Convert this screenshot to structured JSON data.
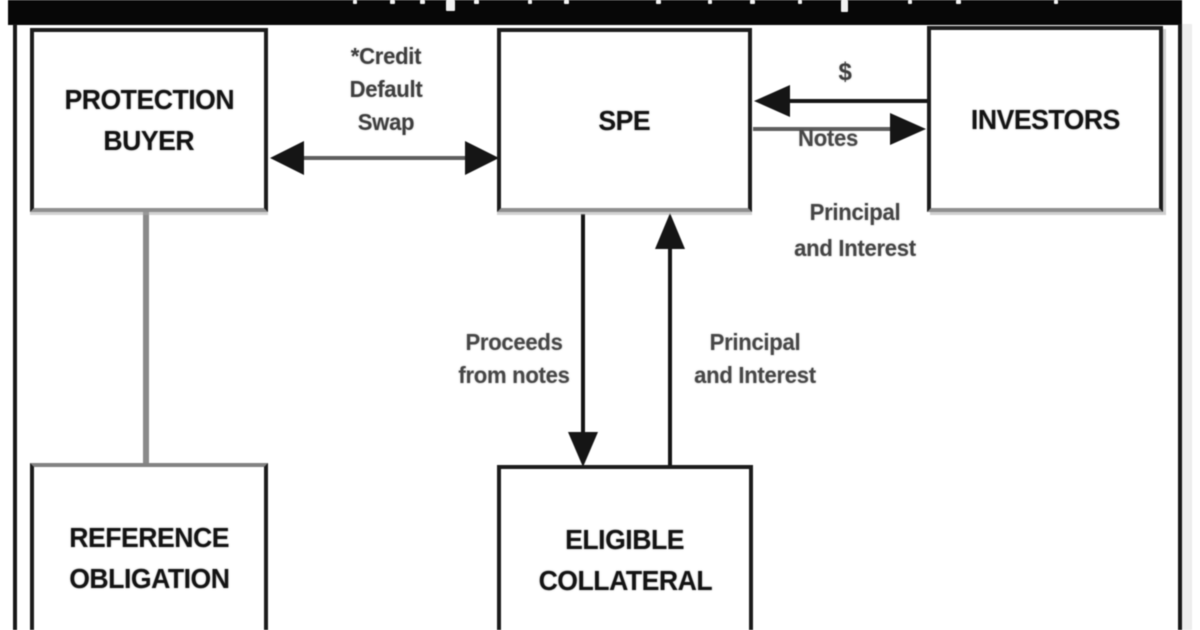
{
  "nodes": {
    "protection_buyer": {
      "lines": [
        "PROTECTION",
        "BUYER"
      ]
    },
    "spe": {
      "lines": [
        "SPE"
      ]
    },
    "investors": {
      "lines": [
        "INVESTORS"
      ]
    },
    "reference_obligation": {
      "lines": [
        "REFERENCE",
        "OBLIGATION"
      ]
    },
    "eligible_collateral": {
      "lines": [
        "ELIGIBLE",
        "COLLATERAL"
      ]
    }
  },
  "edges": {
    "credit_default_swap": {
      "lines": [
        "*Credit",
        "Default",
        "Swap"
      ],
      "direction": "both"
    },
    "dollar": {
      "label": "$",
      "direction": "investors-to-spe"
    },
    "notes": {
      "label": "Notes",
      "direction": "spe-to-investors"
    },
    "principal_interest_right": {
      "lines": [
        "Principal",
        "and Interest"
      ]
    },
    "proceeds_from_notes": {
      "lines": [
        "Proceeds",
        "from notes"
      ],
      "direction": "spe-to-collateral"
    },
    "principal_interest_mid": {
      "lines": [
        "Principal",
        "and Interest"
      ],
      "direction": "collateral-to-spe"
    },
    "buyer_reference_link": {
      "label": "",
      "direction": "none"
    }
  },
  "colors": {
    "title_bar": "#070707",
    "box_border": "#1c1c1c",
    "box_text": "#141414",
    "label_text": "#3f3f3f",
    "arrow": "#151515",
    "shaft": "#5e5e5e",
    "gray_line": "#8a8a8a",
    "background": "#ffffff"
  }
}
